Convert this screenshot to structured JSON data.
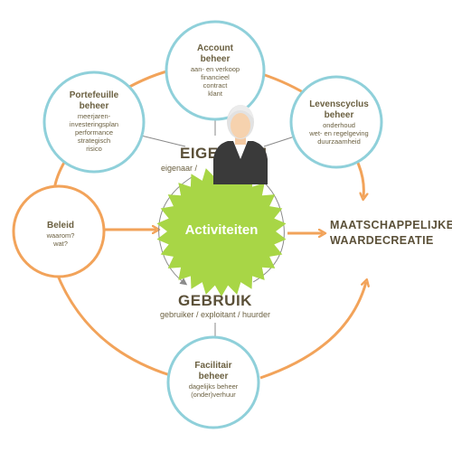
{
  "colors": {
    "orange": "#f2a35a",
    "teal": "#8fd0da",
    "green": "#a8d646",
    "text": "#6b6041",
    "dark_text": "#5b5038",
    "grey_arrow": "#8a8a8a"
  },
  "nodes": {
    "account": {
      "title1": "Account",
      "title2": "beheer",
      "items": [
        "aan- en verkoop",
        "financieel",
        "contract",
        "klant"
      ]
    },
    "portefeuille": {
      "title1": "Portefeuille",
      "title2": "beheer",
      "items": [
        "meerjaren-",
        "investeringsplan",
        "performance",
        "strategisch",
        "risico"
      ]
    },
    "levenscyclus": {
      "title1": "Levenscyclus",
      "title2": "beheer",
      "items": [
        "onderhoud",
        "wet- en regelgeving",
        "duurzaamheid"
      ]
    },
    "beleid": {
      "title1": "Beleid",
      "items": [
        "waarom?",
        "wat?"
      ]
    },
    "facilitair": {
      "title1": "Facilitair",
      "title2": "beheer",
      "items": [
        "dagelijks beheer",
        "(onder)verhuur"
      ]
    }
  },
  "center": {
    "activities_label": "Activiteiten",
    "eigendom_label": "EIGENDOM",
    "eigendom_sub": "eigenaar /",
    "gebruik_label": "GEBRUIK",
    "gebruik_sub": "gebruiker / exploitant / huurder"
  },
  "outcome": {
    "line1": "MAATSCHAPPELIJKE",
    "line2": "WAARDECREATIE"
  },
  "icons": {
    "person": "person-avatar-icon"
  }
}
